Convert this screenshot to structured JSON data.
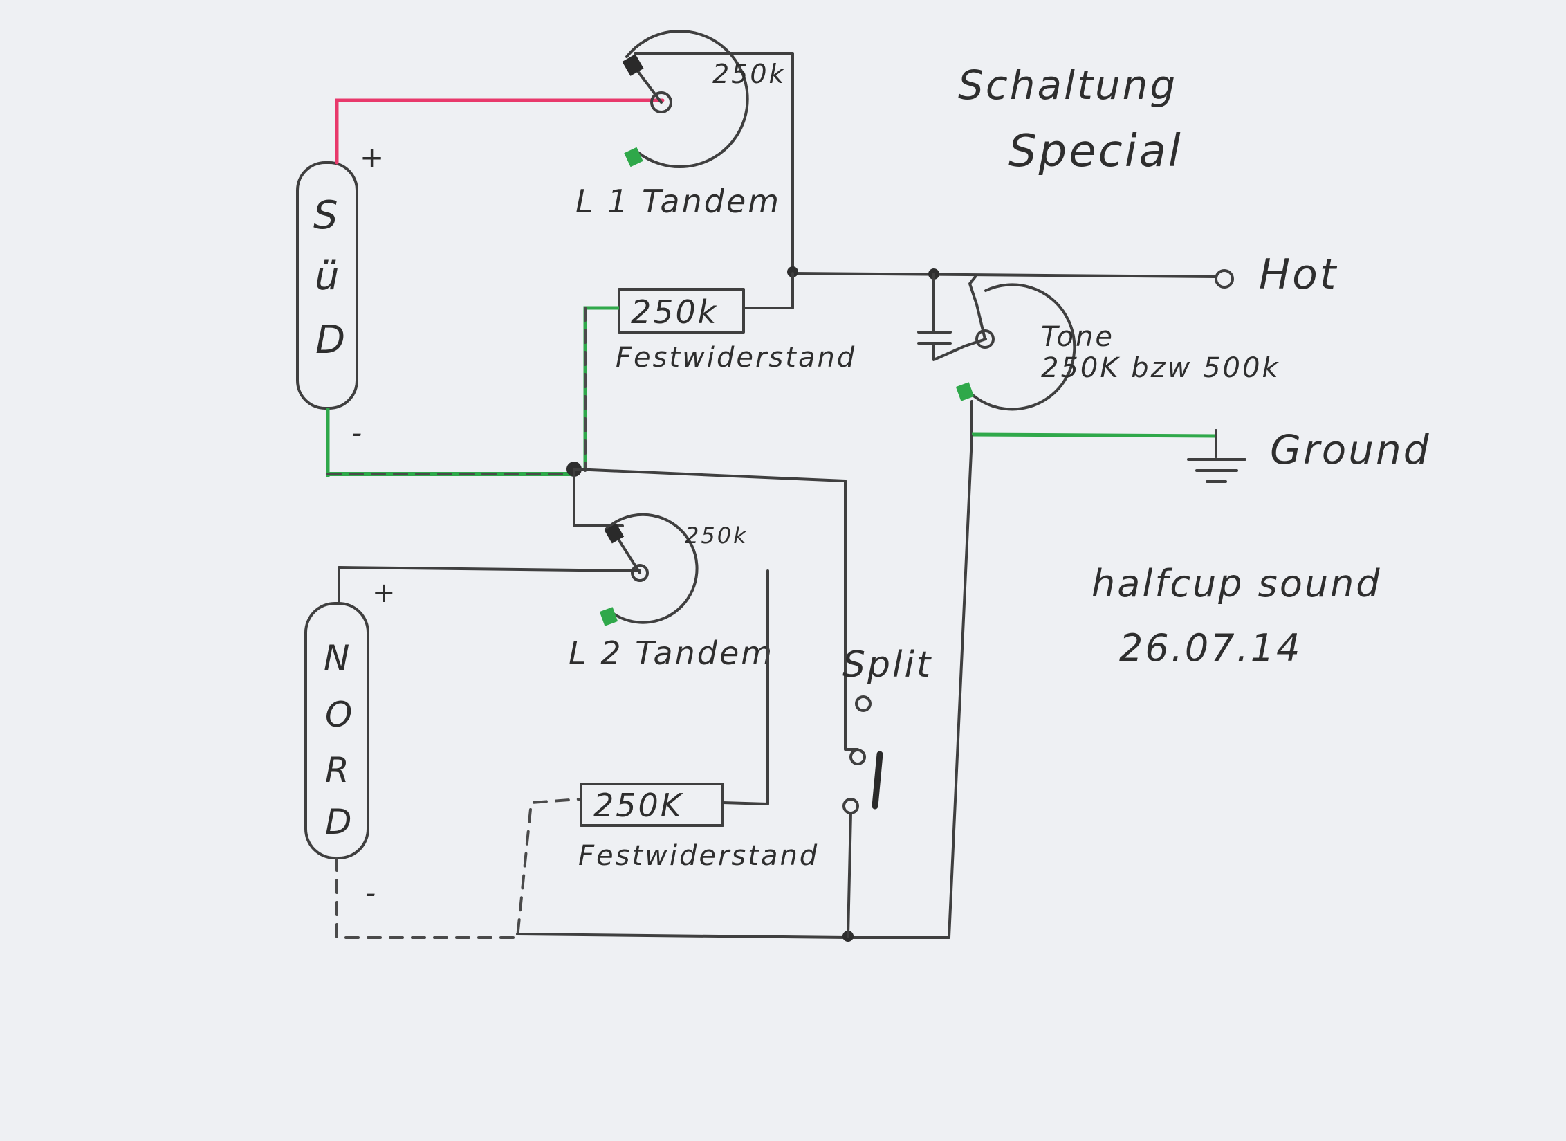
{
  "colors": {
    "paper": "#eef0f3",
    "pencil": "#3f3f3f",
    "hot_wire": "#e8396b",
    "ground_wire": "#2fa84a"
  },
  "title": {
    "line1": "Schaltung",
    "line2": "Special"
  },
  "pickups": {
    "sued": {
      "letters": [
        "S",
        "ü",
        "D"
      ],
      "plus": "+",
      "minus": "-"
    },
    "nord": {
      "letters": [
        "N",
        "O",
        "R",
        "D"
      ],
      "plus": "+",
      "minus": "-"
    }
  },
  "pots": {
    "l1": {
      "value": "250k",
      "label": "L 1 Tandem"
    },
    "l2": {
      "value": "250k",
      "label": "L 2 Tandem"
    },
    "tone": {
      "label_line1": "Tone",
      "label_line2": "250K bzw 500k"
    }
  },
  "resistors": {
    "r1": {
      "value": "250k",
      "label": "Festwiderstand"
    },
    "r2": {
      "value": "250K",
      "label": "Festwiderstand"
    }
  },
  "outputs": {
    "hot": "Hot",
    "ground": "Ground"
  },
  "switch": {
    "label": "Split"
  },
  "notes": {
    "sound": "halfcup sound",
    "date": "26.07.14"
  }
}
